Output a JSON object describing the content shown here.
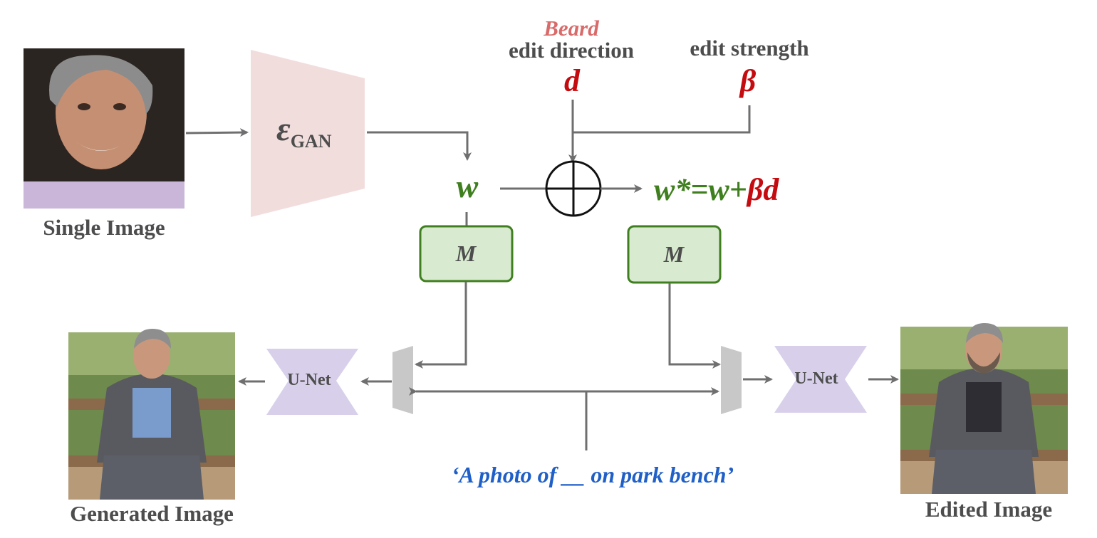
{
  "images": {
    "single": {
      "caption": "Single Image",
      "icon": "face-photo"
    },
    "generated": {
      "caption": "Generated Image",
      "icon": "person-on-bench-photo"
    },
    "edited": {
      "caption": "Edited Image",
      "icon": "bearded-person-on-bench-photo"
    }
  },
  "encoder": {
    "symbol": "ε",
    "subscript": "GAN",
    "color": "#f2dddd"
  },
  "edit": {
    "attribute": "Beard",
    "direction_label": "edit direction",
    "direction_symbol": "d",
    "strength_label": "edit strength",
    "strength_symbol": "β"
  },
  "latent": {
    "w": "w",
    "edited_w": "w*",
    "eq": "=w+",
    "beta": "β",
    "d": "d"
  },
  "mapper": {
    "label": "M",
    "fill": "#d8ebd0",
    "stroke": "#3f7f1f"
  },
  "unet": {
    "label": "U-Net",
    "fill": "#d8d0ea"
  },
  "prompt": {
    "text": "‘A photo of __ on park bench’",
    "color": "#1f5fc8"
  },
  "colors": {
    "accent_red": "#c40c10",
    "accent_green": "#3f7f1f",
    "arrow": "#6f6f6f",
    "adapter": "#c8c8c8"
  }
}
